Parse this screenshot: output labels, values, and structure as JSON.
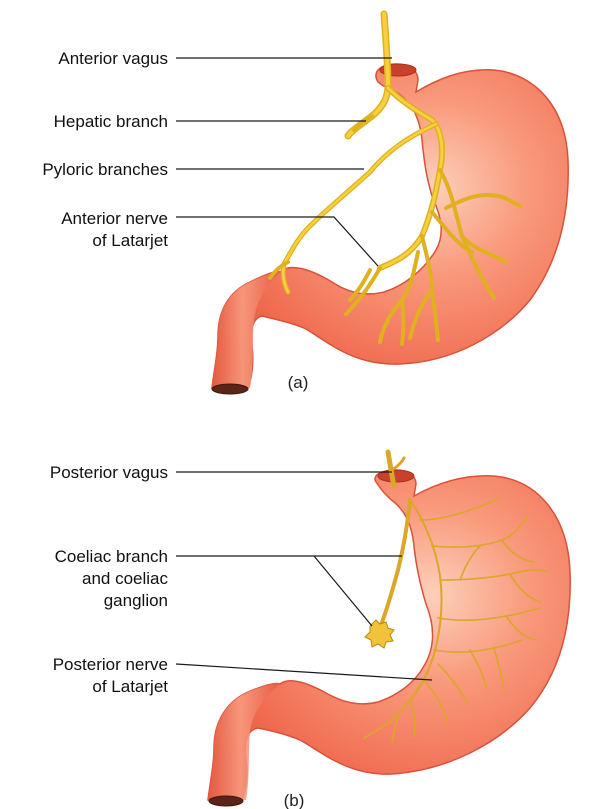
{
  "panel_a": {
    "labels": {
      "anterior_vagus": "Anterior vagus",
      "hepatic_branch": "Hepatic branch",
      "pyloric_branches": "Pyloric branches",
      "anterior_latarjet_1": "Anterior nerve",
      "anterior_latarjet_2": "of Latarjet"
    },
    "caption": "(a)"
  },
  "panel_b": {
    "labels": {
      "posterior_vagus": "Posterior vagus",
      "coeliac_1": "Coeliac branch",
      "coeliac_2": "and coeliac",
      "coeliac_3": "ganglion",
      "posterior_latarjet_1": "Posterior nerve",
      "posterior_latarjet_2": "of Latarjet"
    },
    "caption": "(b)"
  },
  "colors": {
    "stomach_fill": "#f2765a",
    "stomach_highlight": "#fbc4ad",
    "stomach_edge": "#d9523a",
    "nerve": "#f2c230",
    "leader_line": "#1a1a1a"
  }
}
